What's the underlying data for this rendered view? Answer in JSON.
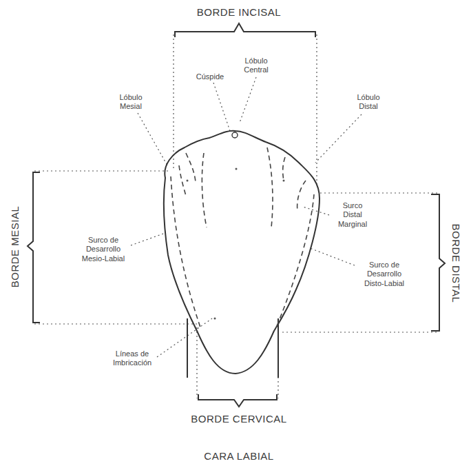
{
  "diagram": {
    "caption": "CARA LABIAL",
    "labels": [
      "BORDE INCISAL",
      "Lóbulo Central",
      "Cúspide",
      "Lóbulo Mesial",
      "Lóbulo Distal",
      "BORDE MESIAL",
      "Surco de Desarrollo Mesio-Labial",
      "Surco Distal Marginal",
      "Surco de Desarrollo Disto-Labial",
      "BORDE DISTAL",
      "Líneas de Imbricación",
      "BORDE CERVICAL"
    ]
  }
}
